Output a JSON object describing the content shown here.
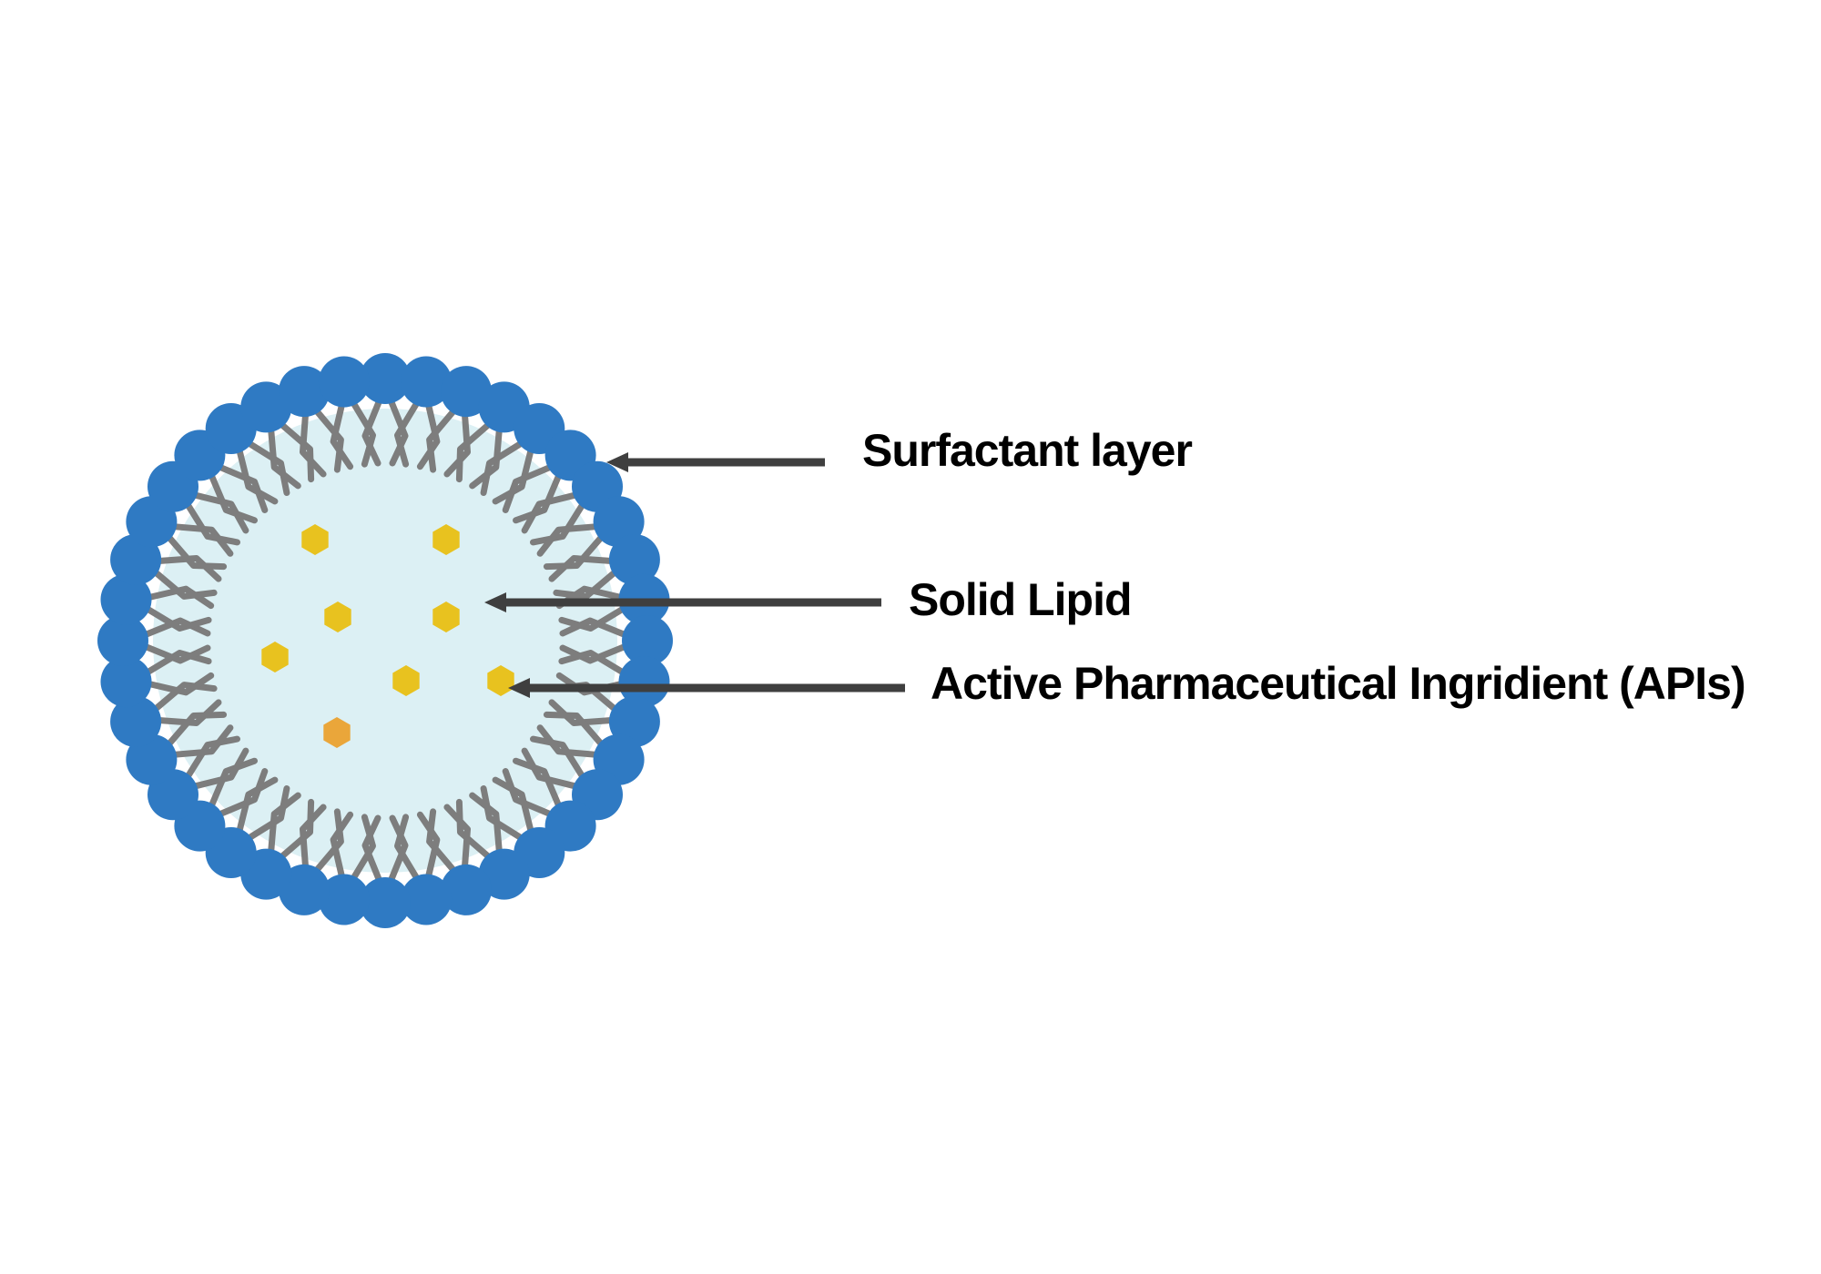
{
  "labels": {
    "surfactant_layer": "Surfactant layer",
    "solid_lipid": "Solid Lipid",
    "api": "Active Pharmaceutical Ingridient (APIs)"
  },
  "colors": {
    "background": "#ffffff",
    "core_fill": "#dcf0f4",
    "head": "#2f7ac3",
    "tail": "#7d7d7d",
    "api": "#e8c21f",
    "api_variant": "#eaa63a",
    "arrow": "#3f3f3f",
    "text": "#000000"
  }
}
